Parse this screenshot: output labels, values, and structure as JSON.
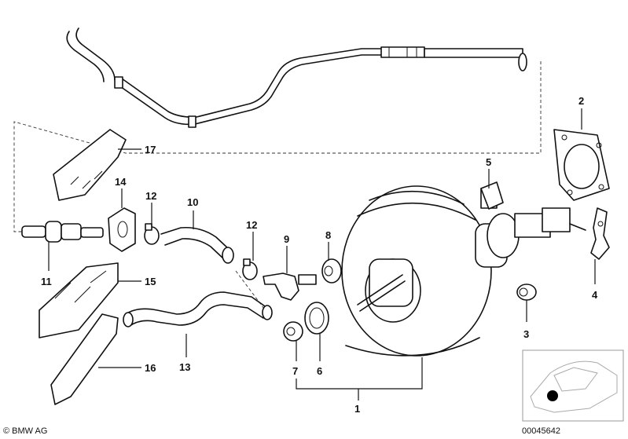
{
  "callouts": {
    "c1": "1",
    "c2": "2",
    "c3": "3",
    "c4": "4",
    "c5": "5",
    "c6": "6",
    "c7": "7",
    "c8": "8",
    "c9": "9",
    "c10": "10",
    "c11": "11",
    "c12a": "12",
    "c12b": "12",
    "c13": "13",
    "c14": "14",
    "c15": "15",
    "c16": "16",
    "c17": "17"
  },
  "footer": {
    "brand": "© BMW AG",
    "doc_number": "00045642"
  }
}
